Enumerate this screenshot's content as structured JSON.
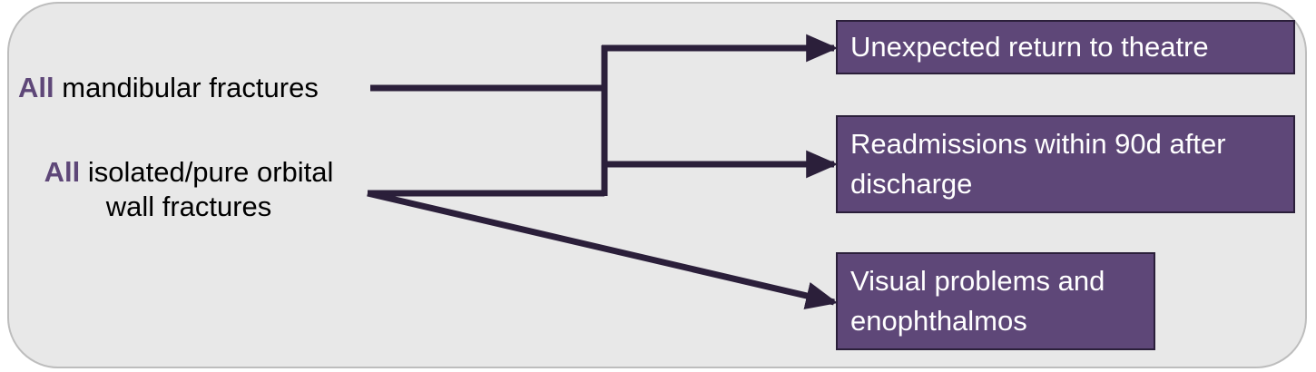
{
  "colors": {
    "panel_background": "#e8e8e8",
    "panel_border": "#bdbdbd",
    "accent": "#5e4778",
    "connector": "#2b1f3a",
    "outcome_text": "#ffffff"
  },
  "sources": {
    "mandibular": {
      "lead": "All",
      "text": "mandibular fractures"
    },
    "orbital": {
      "lead": "All",
      "text": "isolated/pure orbital wall fractures"
    }
  },
  "outcomes": {
    "return_to_theatre": "Unexpected return to theatre",
    "readmissions": "Readmissions within 90d after discharge",
    "visual_problems": "Visual problems and enophthalmos"
  }
}
